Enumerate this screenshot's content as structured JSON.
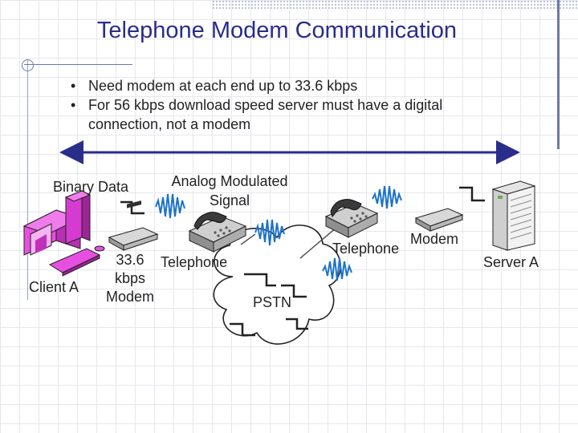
{
  "title": "Telephone Modem Communication",
  "bullets": [
    "Need modem at each end up to 33.6 kbps",
    "For 56 kbps download speed server must have a digital connection, not a modem"
  ],
  "labels": {
    "binary_data": "Binary Data",
    "analog_line1": "Analog Modulated",
    "analog_line2": "Signal",
    "client_a": "Client A",
    "modem_left_line1": "33.6",
    "modem_left_line2": "kbps",
    "modem_left_line3": "Modem",
    "telephone_left": "Telephone",
    "pstn": "PSTN",
    "telephone_right": "Telephone",
    "modem_right": "Modem",
    "server_a": "Server A"
  },
  "icons": {
    "client": "desktop-computer-icon",
    "modem": "modem-icon",
    "telephone": "telephone-icon",
    "cloud": "cloud-network-icon",
    "server": "server-tower-icon",
    "analog_wave": "analog-wave-icon",
    "digital_pulse": "digital-pulse-icon"
  },
  "colors": {
    "title": "#2a2d8a",
    "computer": "#d63bd0",
    "wave": "#1d73c8",
    "arrow": "#2a2d8a"
  }
}
